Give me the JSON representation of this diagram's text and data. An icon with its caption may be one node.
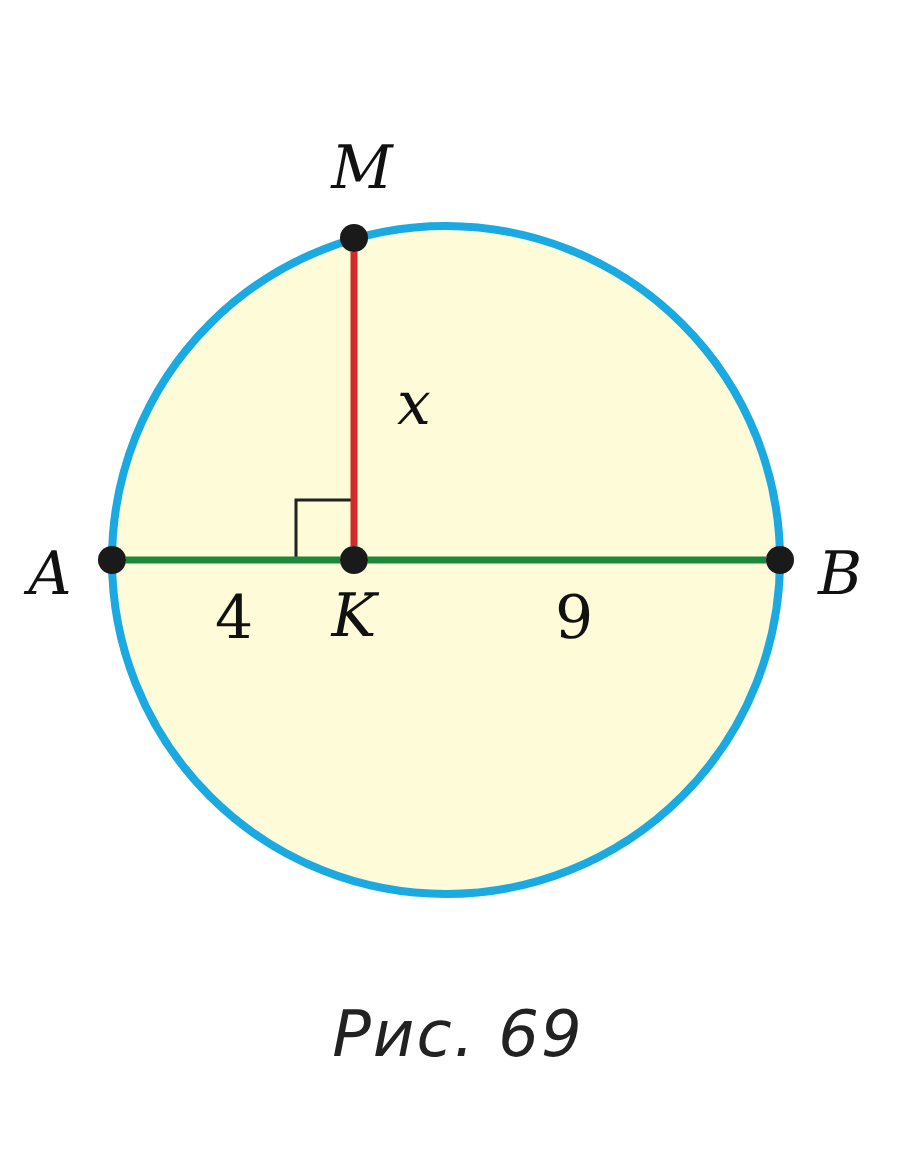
{
  "diagram": {
    "caption": "Рис. 69",
    "nodes": [
      {
        "text": [],
        "shape": "circle",
        "beside": [
          "M"
        ]
      },
      {
        "text": [],
        "shape": "circle",
        "beside": [
          "A"
        ]
      },
      {
        "text": [],
        "shape": "circle",
        "beside": [
          "K"
        ]
      },
      {
        "text": [],
        "shape": "circle",
        "beside": [
          "B"
        ]
      }
    ],
    "edges": [
      {
        "from": 1,
        "to": 2,
        "arrow": "none",
        "label": "4"
      },
      {
        "from": 2,
        "to": 3,
        "arrow": "none",
        "label": "9"
      },
      {
        "from": 2,
        "to": 0,
        "arrow": "none",
        "label": "x",
        "color": "#d42a2a"
      }
    ]
  }
}
